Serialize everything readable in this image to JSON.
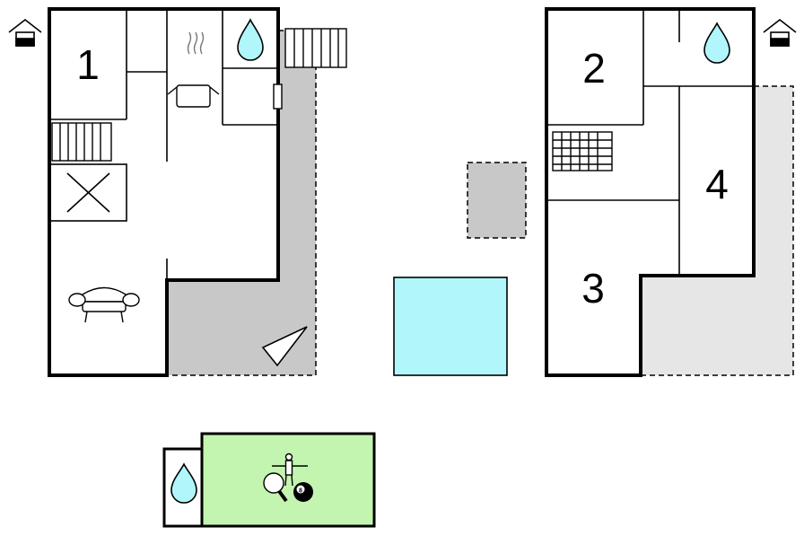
{
  "colors": {
    "wall": "#000000",
    "terrace_dark": "#c8c8c8",
    "terrace_light": "#e6e6e6",
    "pool": "#b0f6fb",
    "games_room": "#c3f5b0",
    "water": "#b0f6fb",
    "background": "#ffffff"
  },
  "rooms": {
    "bedroom_1": "1",
    "bedroom_2": "2",
    "bedroom_3": "3",
    "bedroom_4": "4"
  },
  "icons": {
    "entrance_left": "house-entrance-icon",
    "entrance_right": "house-entrance-icon",
    "kitchen": "cooking-pot-icon",
    "bathroom_left": "water-drop-icon",
    "bathroom_right": "water-drop-icon",
    "bathroom_games": "water-drop-icon",
    "living": "sofa-icon",
    "void": "open-void-icon",
    "sunbed": "sunbed-icon",
    "table_tennis": "table-tennis-icon",
    "table_football": "table-football-icon",
    "billiards": "billiards-ball-icon",
    "billiards_ball_label": "8"
  }
}
